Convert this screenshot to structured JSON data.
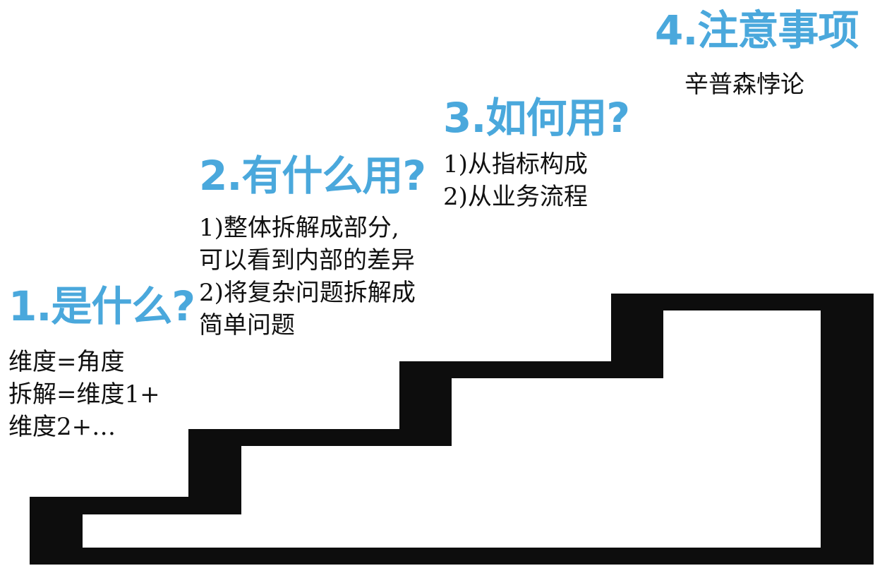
{
  "colors": {
    "accent": "#4AA8DC",
    "stair": "#0d0d0d",
    "text": "#111111",
    "background": "#ffffff"
  },
  "steps": [
    {
      "title": "1.是什么?",
      "lines": [
        "维度=角度",
        "拆解=维度1+",
        "维度2+…"
      ]
    },
    {
      "title": "2.有什么用?",
      "lines": [
        "1)整体拆解成部分,",
        "可以看到内部的差异",
        "2)将复杂问题拆解成",
        "简单问题"
      ]
    },
    {
      "title": "3.如何用?",
      "lines": [
        "1)从指标构成",
        "2)从业务流程"
      ]
    },
    {
      "title": "4.注意事项",
      "lines": [
        "辛普森悖论"
      ]
    }
  ]
}
